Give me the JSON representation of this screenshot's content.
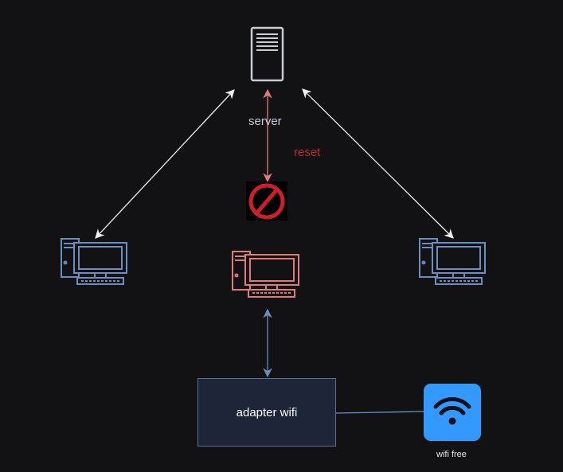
{
  "labels": {
    "server": "server",
    "reset": "reset",
    "adapter": "adapter wifi",
    "wifi": "wifi free"
  },
  "icons": {
    "server": "server-tower-icon",
    "blocked": "no-entry-icon",
    "computer_left": "desktop-computer-icon",
    "computer_center": "desktop-computer-icon",
    "computer_right": "desktop-computer-icon",
    "wifi": "wifi-icon"
  },
  "colors": {
    "background": "#121214",
    "white_link": "#f0f0f0",
    "reset_link": "#e07b7b",
    "reset_text": "#c0282a",
    "blue_link": "#6c8ebf",
    "computer_blue": "#6c8ebf",
    "computer_red": "#e07b7b",
    "server": "#c7cbd4",
    "adapter_fill": "#1d2639",
    "adapter_border": "#5a6e91",
    "wifi_fill": "#3399ff",
    "blocked_red": "#cc1f2a"
  }
}
